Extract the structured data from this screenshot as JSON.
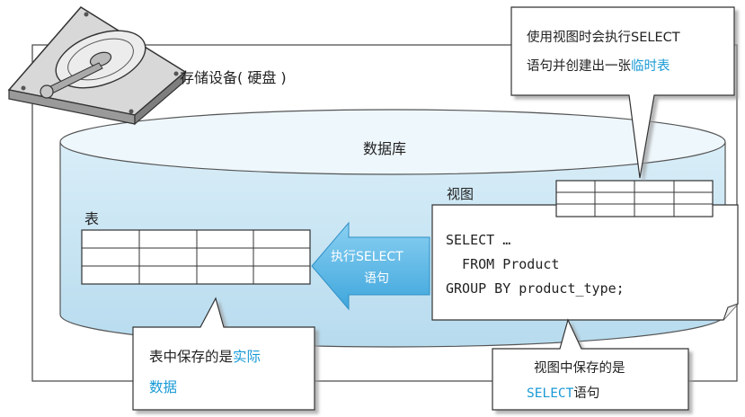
{
  "storage_label": "存储设备( 硬盘 )",
  "database_label": "数据库",
  "table_label": "表",
  "view_label": "视图",
  "arrow_label": {
    "line1": "执行SELECT",
    "line2": "语句"
  },
  "sql": {
    "line1": "SELECT …",
    "line2": "  FROM Product",
    "line3": "GROUP BY product_type;"
  },
  "callout_top": {
    "line1": "使用视图时会执行SELECT",
    "line2_plain": "语句并创建出一张",
    "line2_highlight": "临时表"
  },
  "callout_table": {
    "line1_plain": "表中保存的是",
    "line1_highlight": "实际",
    "line2_highlight": "数据"
  },
  "callout_view": {
    "line1": "视图中保存的是",
    "line2_highlight": "SELECT",
    "line2_plain": "语句"
  },
  "colors": {
    "highlight": "#1a9ad6",
    "cylinder": "#c6e4f2",
    "arrow": "#5fb8e6"
  }
}
